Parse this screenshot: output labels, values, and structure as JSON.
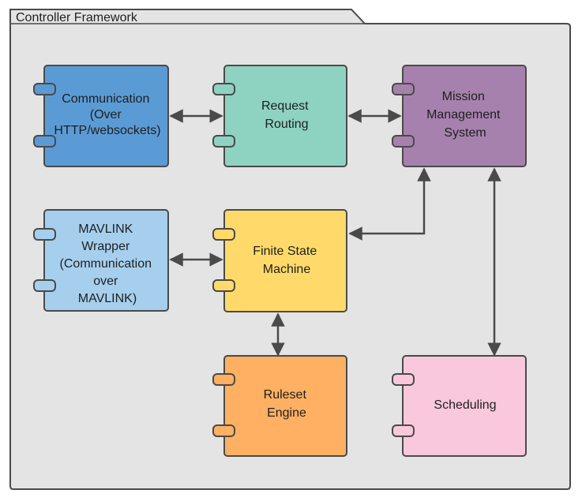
{
  "package": {
    "title": "Controller Framework"
  },
  "components": [
    {
      "id": "communication",
      "lines": [
        "Communication",
        "(Over",
        "HTTP/websockets)"
      ],
      "color": "#5b9bd5"
    },
    {
      "id": "request-routing",
      "lines": [
        "Request",
        "Routing"
      ],
      "color": "#8ed3c2"
    },
    {
      "id": "mission-management",
      "lines": [
        "Mission",
        "Management",
        "System"
      ],
      "color": "#a781ae"
    },
    {
      "id": "mavlink-wrapper",
      "lines": [
        "MAVLINK",
        "Wrapper",
        "(Communication",
        "over",
        "MAVLINK)"
      ],
      "color": "#a6cfee"
    },
    {
      "id": "finite-state-machine",
      "lines": [
        "Finite State",
        "Machine"
      ],
      "color": "#ffda6a"
    },
    {
      "id": "ruleset-engine",
      "lines": [
        "Ruleset",
        "Engine"
      ],
      "color": "#ffb062"
    },
    {
      "id": "scheduling",
      "lines": [
        "Scheduling"
      ],
      "color": "#f9c8dc"
    }
  ],
  "colors": {
    "package_fill": "#e4e4e4",
    "border": "#4a4a4a",
    "arrow": "#4a4a4a"
  }
}
